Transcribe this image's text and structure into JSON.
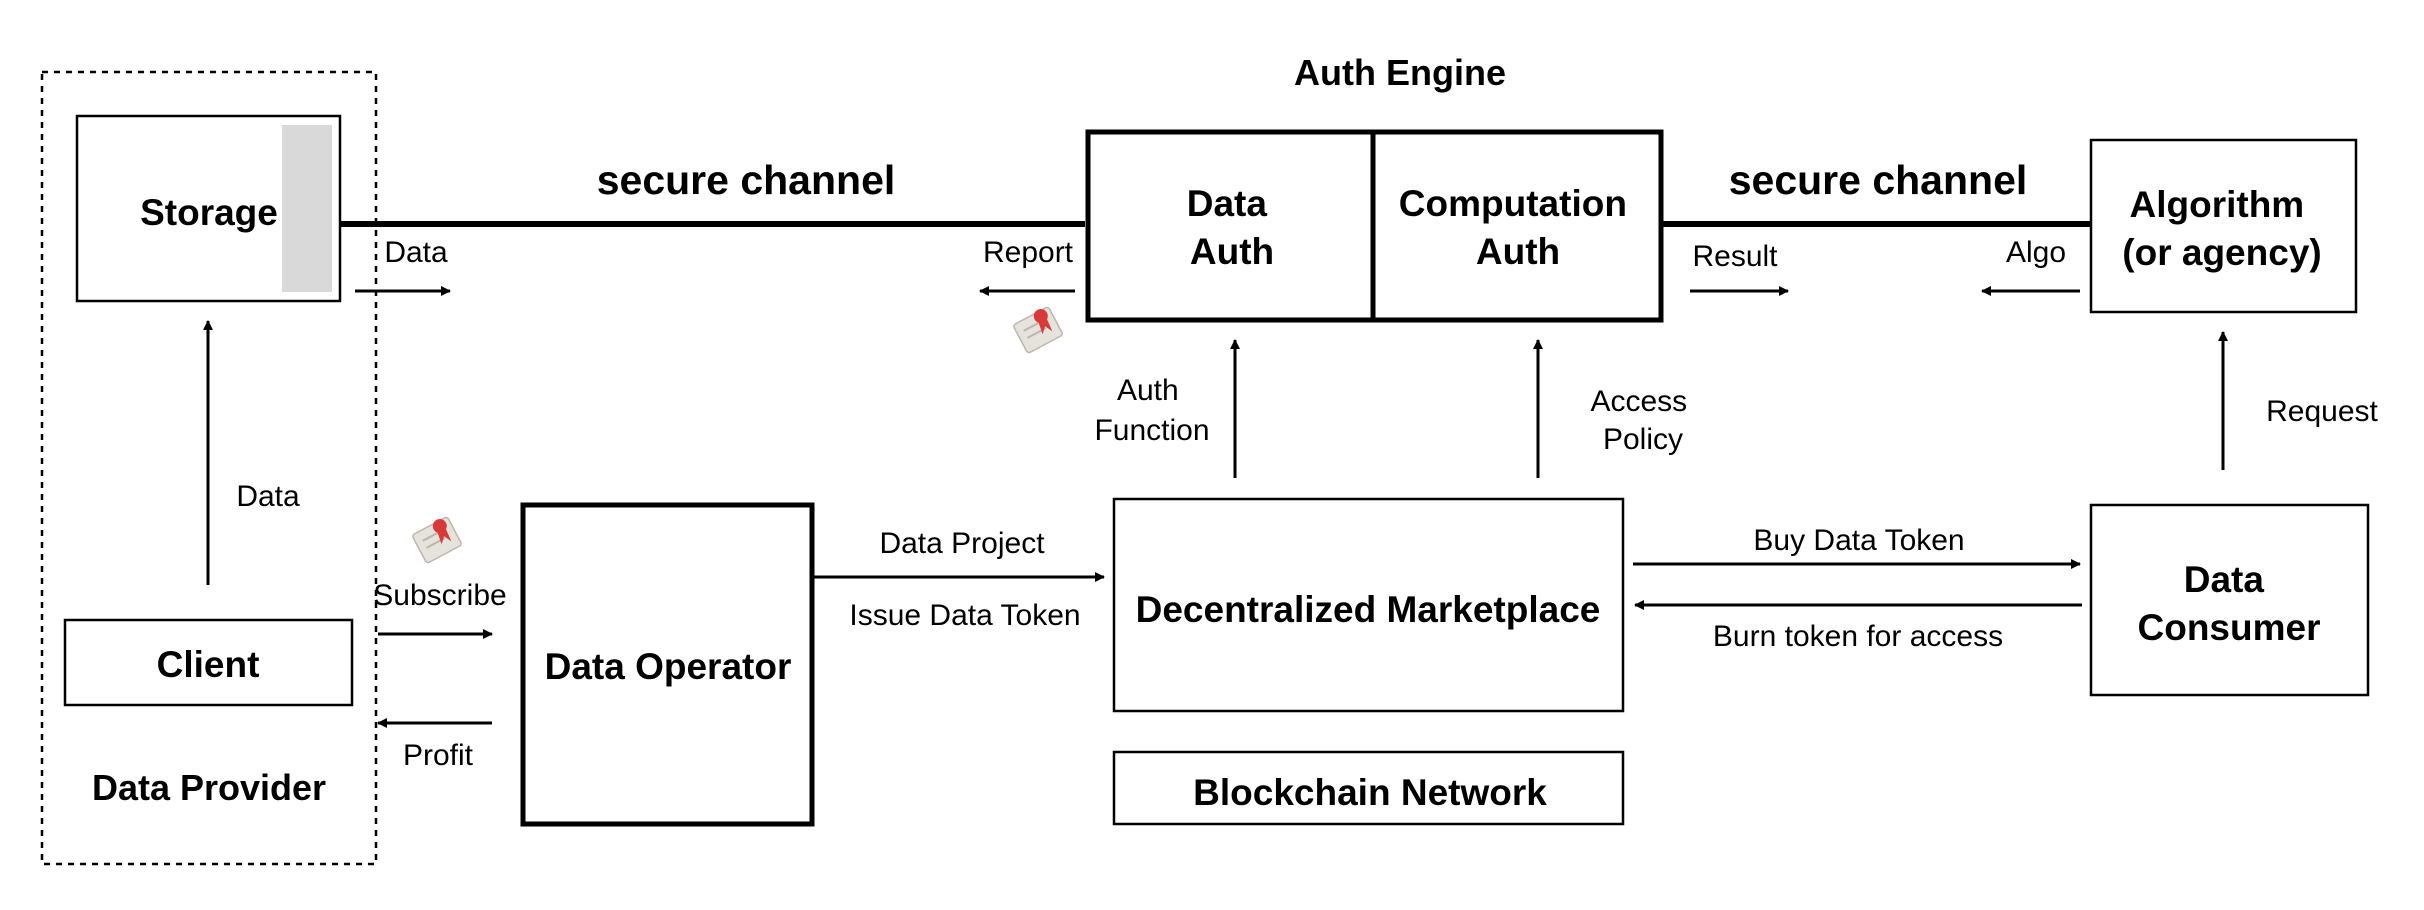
{
  "colors": {
    "stroke": "#000000",
    "storage_bar": "#d9d9d9",
    "stamp_body": "#e6e2dc",
    "stamp_ribbon": "#d83a3a"
  },
  "engine": {
    "title": "Auth Engine",
    "data_auth": [
      "Data",
      "Auth"
    ],
    "computation_auth": [
      "Computation",
      "Auth"
    ]
  },
  "channels": {
    "left": "secure channel",
    "right": "secure channel"
  },
  "provider": {
    "storage": "Storage",
    "client": "Client",
    "title": "Data Provider",
    "data_arrow_up": "Data",
    "data_arrow_right": "Data"
  },
  "flows": {
    "report": "Report",
    "result": "Result",
    "algo": "Algo",
    "auth_function": [
      "Auth",
      "Function"
    ],
    "access_policy": [
      "Access",
      "Policy"
    ],
    "request": "Request",
    "subscribe": "Subscribe",
    "profit": "Profit",
    "data_project": "Data Project",
    "issue_data_token": "Issue Data Token",
    "buy_data_token": "Buy Data Token",
    "burn_token": "Burn token for access"
  },
  "nodes": {
    "algorithm": [
      "Algorithm",
      "(or agency)"
    ],
    "data_operator": "Data Operator",
    "marketplace": "Decentralized Marketplace",
    "blockchain": "Blockchain Network",
    "consumer": [
      "Data",
      "Consumer"
    ]
  },
  "icons": [
    "certificate-icon",
    "certificate-icon"
  ]
}
